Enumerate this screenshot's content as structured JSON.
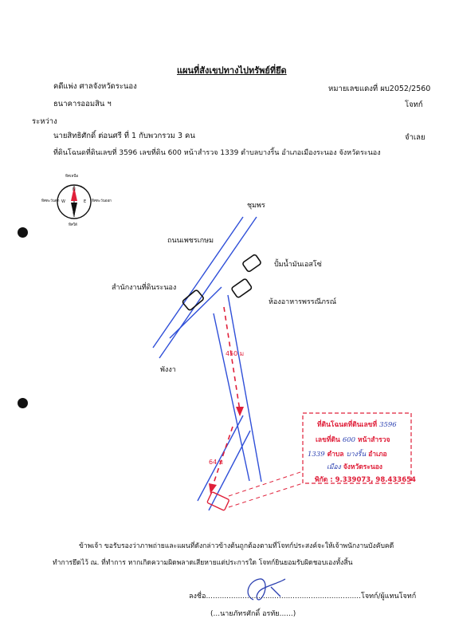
{
  "document": {
    "title": "แผนที่สังเขปทางไปทรัพย์ที่ยึด",
    "court_label": "คดีแพ่ง ศาลจังหวัดระนอง",
    "case_number": "หมายเลขแดงที่ ผบ2052/2560",
    "plaintiff": "ธนาคารออมสิน ฯ",
    "plaintiff_role": "โจทก์",
    "between": "ระหว่าง",
    "defendant": "นายสิทธิศักดิ์ ต่อนศรี ที่ 1 กับพวกรวม 3 คน",
    "defendant_role": "จำเลย",
    "property_line": "ที่ดินโฉนดที่ดินเลขที่ 3596 เลขที่ดิน 600 หน้าสำรวจ 1339 ตำบลบางริ้น อำเภอเมืองระนอง จังหวัดระนอง"
  },
  "compass": {
    "north": "ทิศเหนือ",
    "south": "ทิศใต้",
    "east": "ทิศตะวันออก",
    "west": "ทิศตะวันตก",
    "n": "N",
    "s": "S",
    "e": "E",
    "w": "W"
  },
  "map": {
    "to_chumphon": "ชุมพร",
    "road_name": "ถนนเพชรเกษม",
    "gas_station": "ปั้มน้ำมันเอสโซ่",
    "land_office": "สำนักงานที่ดินระนอง",
    "restaurant": "ห้องอาหารพรรณีภรณ์",
    "to_phangnga": "พังงา",
    "distance_1": "450 ม",
    "distance_2": "64 ม"
  },
  "property_box": {
    "line1_label": "ที่ดินโฉนดที่ดินเลขที่",
    "line1_value": "3596",
    "line2_label": "เลขที่ดิน",
    "line2_value": "600",
    "line2_suffix": "หน้าสำรวจ",
    "line3_value": "1339",
    "line3_label": "ตำบล",
    "line3_value2": "บางริ้น",
    "line3_suffix": "อำเภอ",
    "line4_value": "เมือง",
    "line4_label": "จังหวัดระนอง",
    "coords": "พิกัด : 9.339073, 98.433654"
  },
  "certification": {
    "line1": "ข้าพเจ้า ขอรับรองว่าภาพถ่ายและแผนที่ดังกล่าวข้างต้นถูกต้องตามที่โจทก์ประสงค์จะให้เจ้าพนักงานบังคับคดี",
    "line2": "ทำการยึดไว้ ณ. ที่ทำการ หากเกิดความผิดพลาดเสียหายแต่ประการใด โจทก์ยินยอมรับผิดชอบเองทั้งสิ้น",
    "sign_label": "ลงชื่อ",
    "sign_dots": "....................................................................",
    "sign_role": "โจทก์/ผู้แทนโจทก์",
    "signer_name": "(...นายภัทรศักดิ์ อรทัย......)"
  },
  "colors": {
    "road_blue": "#2f4fd8",
    "route_red": "#e0203a",
    "ink": "#111111"
  }
}
